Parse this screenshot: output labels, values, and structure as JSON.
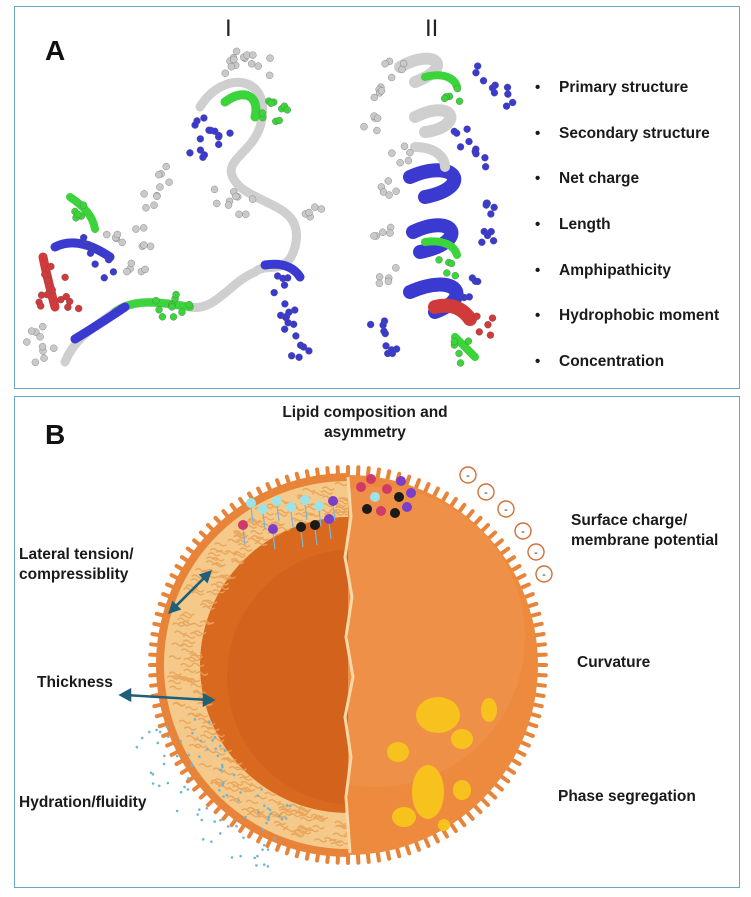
{
  "panel_a": {
    "label": "A",
    "structure_labels": [
      "I",
      "II"
    ],
    "properties": [
      "Primary structure",
      "Secondary structure",
      "Net charge",
      "Length",
      "Amphipathicity",
      "Hydrophobic moment",
      "Concentration"
    ],
    "bullet": "•"
  },
  "panel_b": {
    "label": "B",
    "lipid_composition": "Lipid composition and asymmetry",
    "surface_charge_line1": "Surface charge/",
    "surface_charge_line2": "membrane potential",
    "lateral_tension_line1": "Lateral tension/",
    "lateral_tension_line2": "compressiblity",
    "thickness": "Thickness",
    "curvature": "Curvature",
    "hydration": "Hydration/fluidity",
    "phase_segregation": "Phase segregation",
    "charge_symbol": "-"
  },
  "colors": {
    "border": "#6aa7c7",
    "lysine_blue": "#3a3ad0",
    "hydrophobic_green": "#3bd43b",
    "acidic_red": "#d03a3a",
    "backbone_gray": "#c9c9c9",
    "membrane_outer": "#e8843a",
    "membrane_inner": "#f5c98a",
    "phase_domain": "#f7c21e",
    "arrow": "#1f5f7a"
  }
}
